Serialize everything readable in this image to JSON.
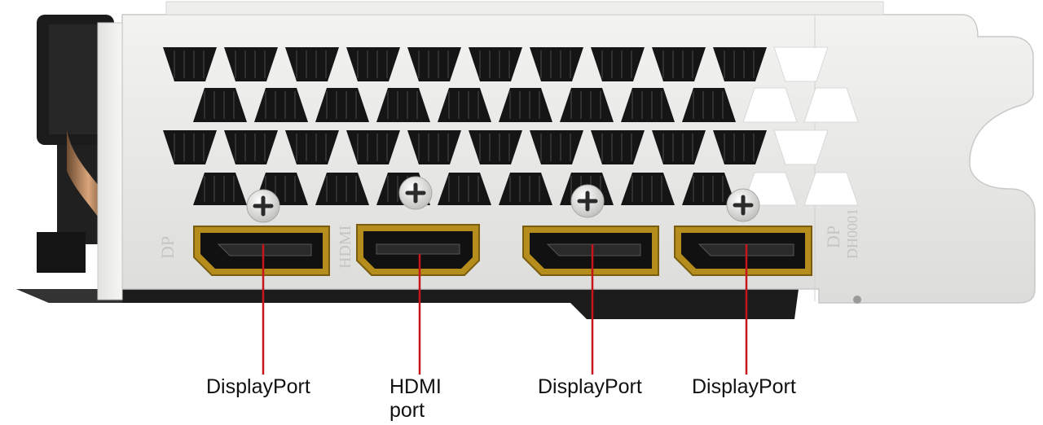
{
  "bracket_print": {
    "dp_left": "DP",
    "hdmi": "HDMI",
    "dp_right": "DP",
    "model_code": "DH0001"
  },
  "callouts": [
    {
      "id": "displayport-1",
      "label": "DisplayPort"
    },
    {
      "id": "hdmi",
      "label_lines": [
        "HDMI",
        "port"
      ]
    },
    {
      "id": "displayport-2",
      "label": "DisplayPort"
    },
    {
      "id": "displayport-3",
      "label": "DisplayPort"
    }
  ],
  "colors": {
    "bracket": "#e8e8e6",
    "callout_line": "#c8151b",
    "port_gold": "#b58d1d",
    "background": "#ffffff"
  }
}
